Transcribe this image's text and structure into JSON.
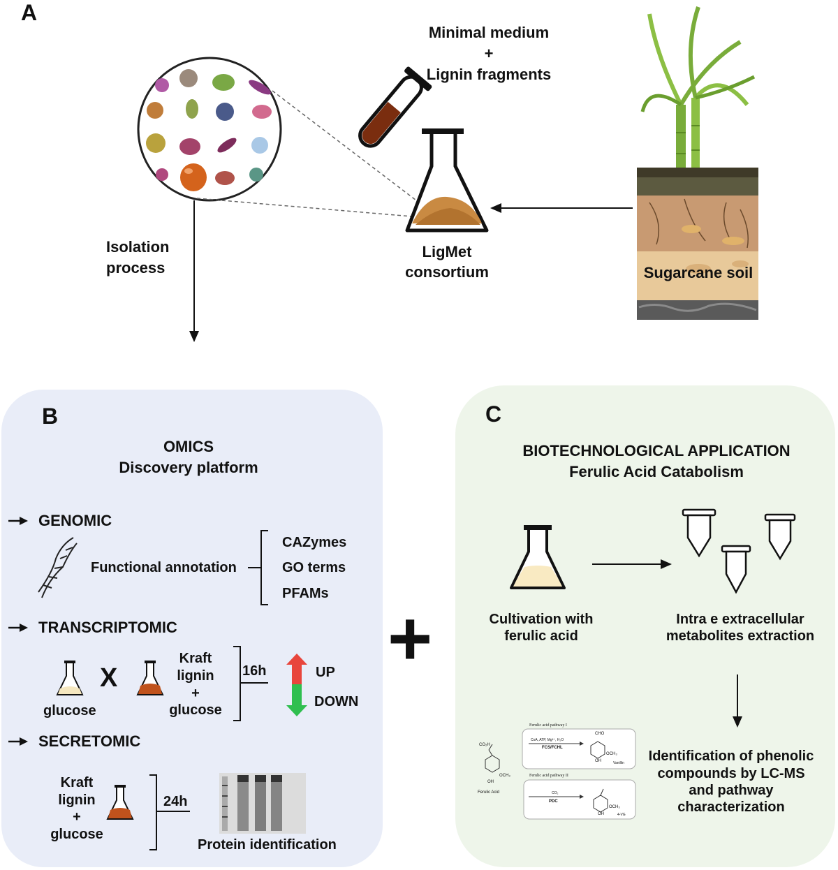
{
  "panelA": {
    "letter": "A",
    "medium_line1": "Minimal medium",
    "medium_plus": "+",
    "medium_line2": "Lignin fragments",
    "consortium_line1": "LigMet",
    "consortium_line2": "consortium",
    "isolation_line1": "Isolation",
    "isolation_line2": "process",
    "soil_label": "Sugarcane soil"
  },
  "panelB": {
    "letter": "B",
    "title_line1": "OMICS",
    "title_line2": "Discovery platform",
    "genomic": {
      "heading": "GENOMIC",
      "annotation": "Functional annotation",
      "items": [
        "CAZymes",
        "GO terms",
        "PFAMs"
      ]
    },
    "transcriptomic": {
      "heading": "TRANSCRIPTOMIC",
      "glucose": "glucose",
      "cross": "X",
      "kraft_line1": "Kraft",
      "kraft_line2": "lignin",
      "kraft_plus": "+",
      "kraft_line3": "glucose",
      "time": "16h",
      "up": "UP",
      "down": "DOWN"
    },
    "secretomic": {
      "heading": "SECRETOMIC",
      "kraft_line1": "Kraft",
      "kraft_line2": "lignin",
      "kraft_plus": "+",
      "kraft_line3": "glucose",
      "time": "24h",
      "protein": "Protein identification"
    }
  },
  "plus_sign": "+",
  "panelC": {
    "letter": "C",
    "title_line1": "BIOTECHNOLOGICAL APPLICATION",
    "title_line2": "Ferulic Acid Catabolism",
    "cultivation_line1": "Cultivation with",
    "cultivation_line2": "ferulic acid",
    "extraction_line1": "Intra e extracellular",
    "extraction_line2": "metabolites extraction",
    "identification_line1": "Identification of phenolic",
    "identification_line2": "compounds by LC-MS",
    "identification_line3": "and pathway",
    "identification_line4": "characterization",
    "pathway": {
      "path1_title": "Ferulic acid pathway I",
      "path1_cofactors": "CoA, ATP, Mg²⁺, H₂O",
      "path1_enzyme": "FCS/FCHL",
      "path1_product": "Vanillin",
      "path1_cho": "CHO",
      "path2_title": "Ferulic acid pathway II",
      "path2_cofactor": "CO₂",
      "path2_enzyme": "PDC",
      "path2_product": "4-VG",
      "substrate": "Ferulic Acid",
      "co2h": "CO₂H",
      "och3": "OCH₃",
      "oh": "OH"
    }
  },
  "colors": {
    "panelB_bg": "#e9edf8",
    "panelC_bg": "#eef5ea",
    "up_arrow": "#e8453c",
    "down_arrow": "#2fbf4f",
    "broth": "#7a2d0f",
    "soil_top": "#5c5a40"
  }
}
